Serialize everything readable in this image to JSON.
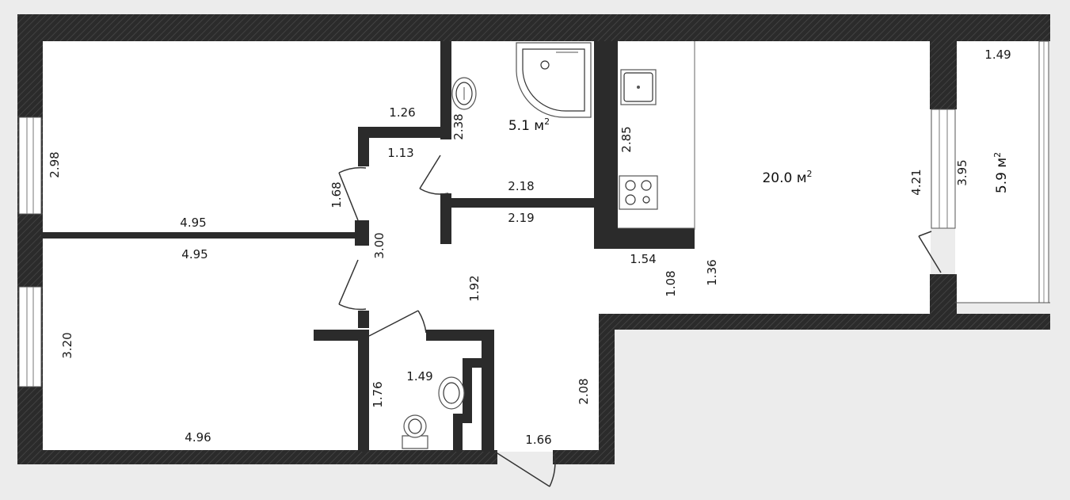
{
  "plan": {
    "colors": {
      "wall": "#2b2b2b",
      "floor": "#ffffff",
      "background": "#ececec"
    },
    "areas": [
      {
        "id": "bathroom",
        "value": "5.1 м",
        "sup": "2"
      },
      {
        "id": "living",
        "value": "20.0 м",
        "sup": "2"
      },
      {
        "id": "balcony",
        "value": "5.9 м",
        "sup": "2"
      }
    ],
    "dimensions": [
      "2.98",
      "4.95",
      "4.95",
      "3.20",
      "4.96",
      "1.26",
      "1.13",
      "1.68",
      "3.00",
      "2.38",
      "2.18",
      "2.19",
      "2.85",
      "1.54",
      "1.08",
      "1.36",
      "1.92",
      "1.49",
      "1.76",
      "2.08",
      "1.66",
      "4.21",
      "3.95",
      "1.49"
    ]
  }
}
